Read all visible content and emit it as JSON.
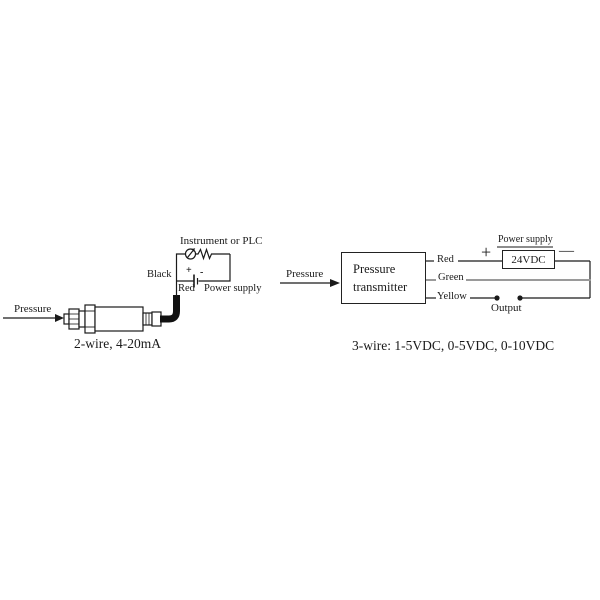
{
  "colors": {
    "line": "#1a1a1a",
    "cable": "#111111",
    "green_wire": "#9a9a9a",
    "background": "#ffffff"
  },
  "left_diagram": {
    "title": "Instrument or PLC",
    "pressure_label": "Pressure",
    "black_wire_label": "Black",
    "red_wire_label": "Red",
    "power_supply_label": "Power supply",
    "battery_plus": "+",
    "battery_minus": "-",
    "caption": "2-wire, 4-20mA"
  },
  "right_diagram": {
    "pressure_label": "Pressure",
    "transmitter_label": "Pressure transmitter",
    "red_wire_label": "Red",
    "green_wire_label": "Green",
    "yellow_wire_label": "Yellow",
    "power_supply_label": "Power supply",
    "plus": "+",
    "minus": "—",
    "supply_box_label": "24VDC",
    "output_label": "Output",
    "caption": "3-wire: 1-5VDC, 0-5VDC, 0-10VDC"
  }
}
